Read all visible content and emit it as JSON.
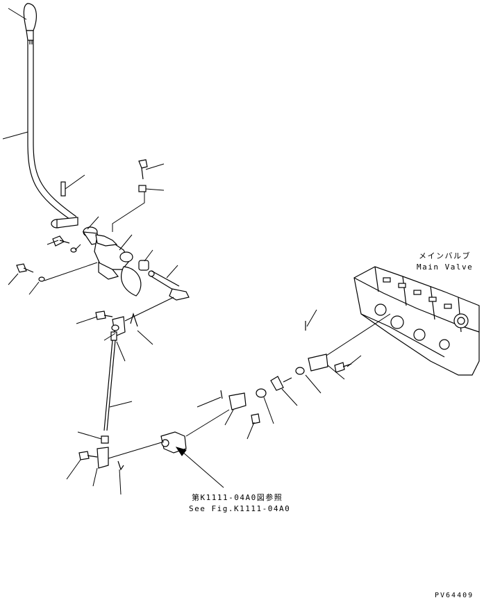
{
  "labels": {
    "main_valve_jp": "メインバルブ",
    "main_valve_en": "Main Valve",
    "see_fig_jp": "第K1111-04A0図参照",
    "see_fig_en": "See Fig.K1111-04A0",
    "drawing_no": "PV64409"
  }
}
